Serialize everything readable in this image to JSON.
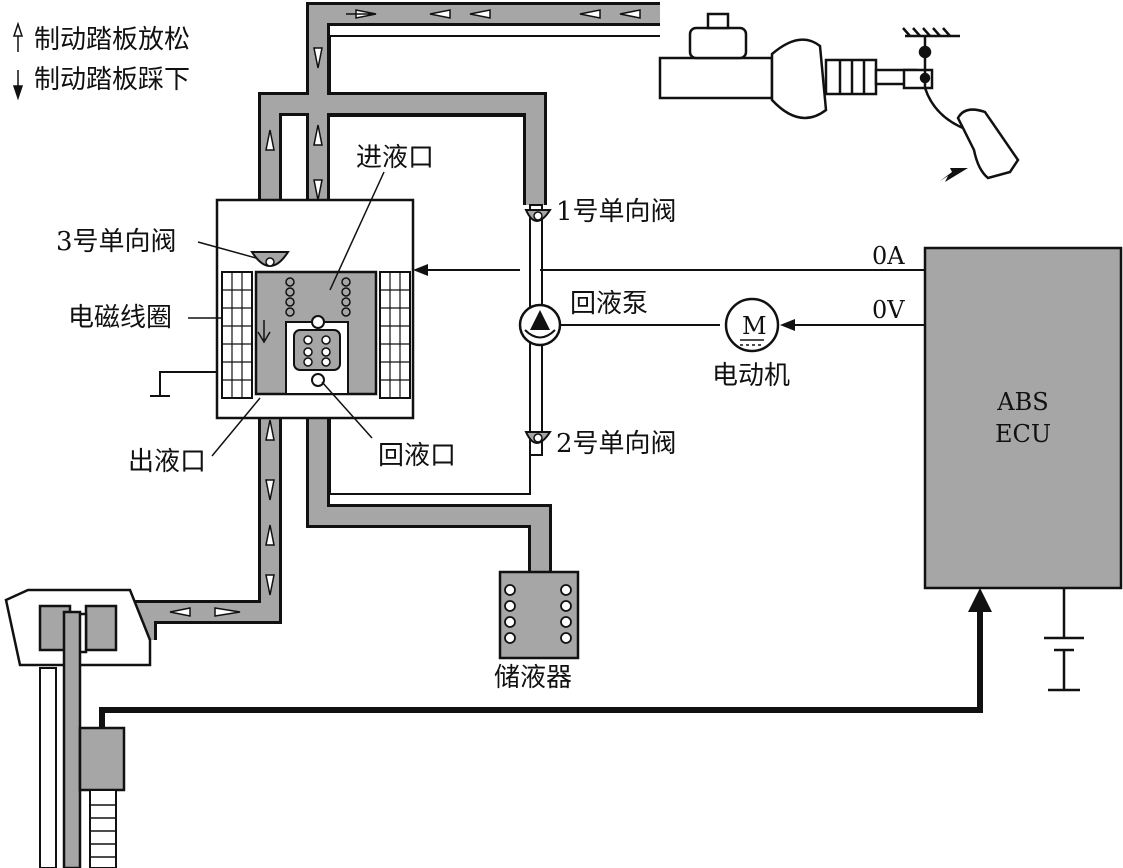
{
  "legend": {
    "release": "制动踏板放松",
    "press": "制动踏板踩下"
  },
  "labels": {
    "inlet": "进液口",
    "check_valve_1": "1号单向阀",
    "check_valve_2": "2号单向阀",
    "check_valve_3": "3号单向阀",
    "coil": "电磁线圈",
    "outlet": "出液口",
    "return_port": "回液口",
    "pump": "回液泵",
    "motor": "电动机",
    "reservoir": "储液器",
    "signal_a": "0A",
    "signal_v": "0V",
    "ecu_line1": "ABS",
    "ecu_line2": "ECU",
    "motor_symbol": "M"
  },
  "colors": {
    "pipe_fill": "#a6a6a6",
    "ecu_fill": "#a6a6a6",
    "line": "#111111",
    "background": "#ffffff"
  }
}
